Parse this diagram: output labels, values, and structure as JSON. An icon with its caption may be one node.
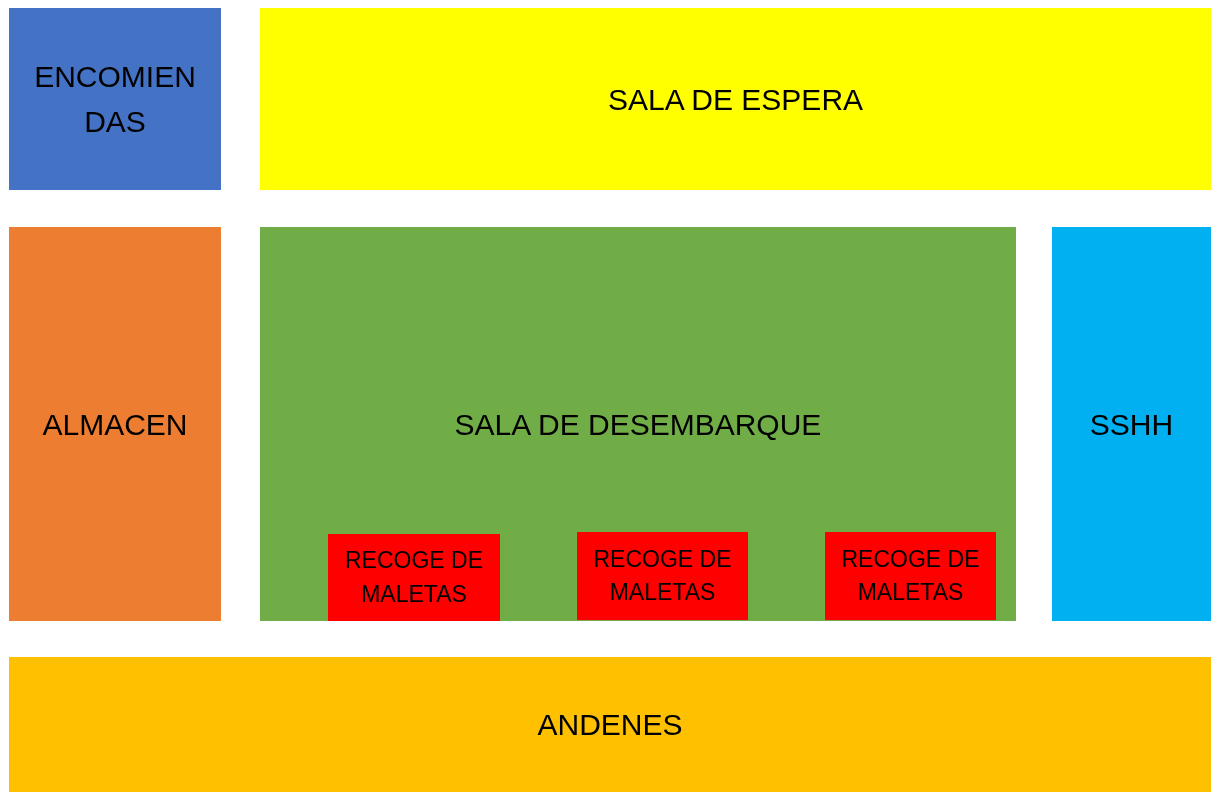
{
  "diagram": {
    "nodes": [
      {
        "text": [
          "ENCOMIEN DAS"
        ]
      },
      {
        "text": [
          "SALA DE ESPERA"
        ]
      },
      {
        "text": [
          "ALMACEN"
        ]
      },
      {
        "text": [
          "SALA DE DESEMBARQUE"
        ]
      },
      {
        "text": [
          "RECOGE DE MALETAS"
        ],
        "in": 3
      },
      {
        "text": [
          "RECOGE DE MALETAS"
        ],
        "in": 3
      },
      {
        "text": [
          "RECOGE DE MALETAS"
        ],
        "in": 3
      },
      {
        "text": [
          "SSHH"
        ]
      },
      {
        "text": [
          "ANDENES"
        ]
      }
    ]
  }
}
